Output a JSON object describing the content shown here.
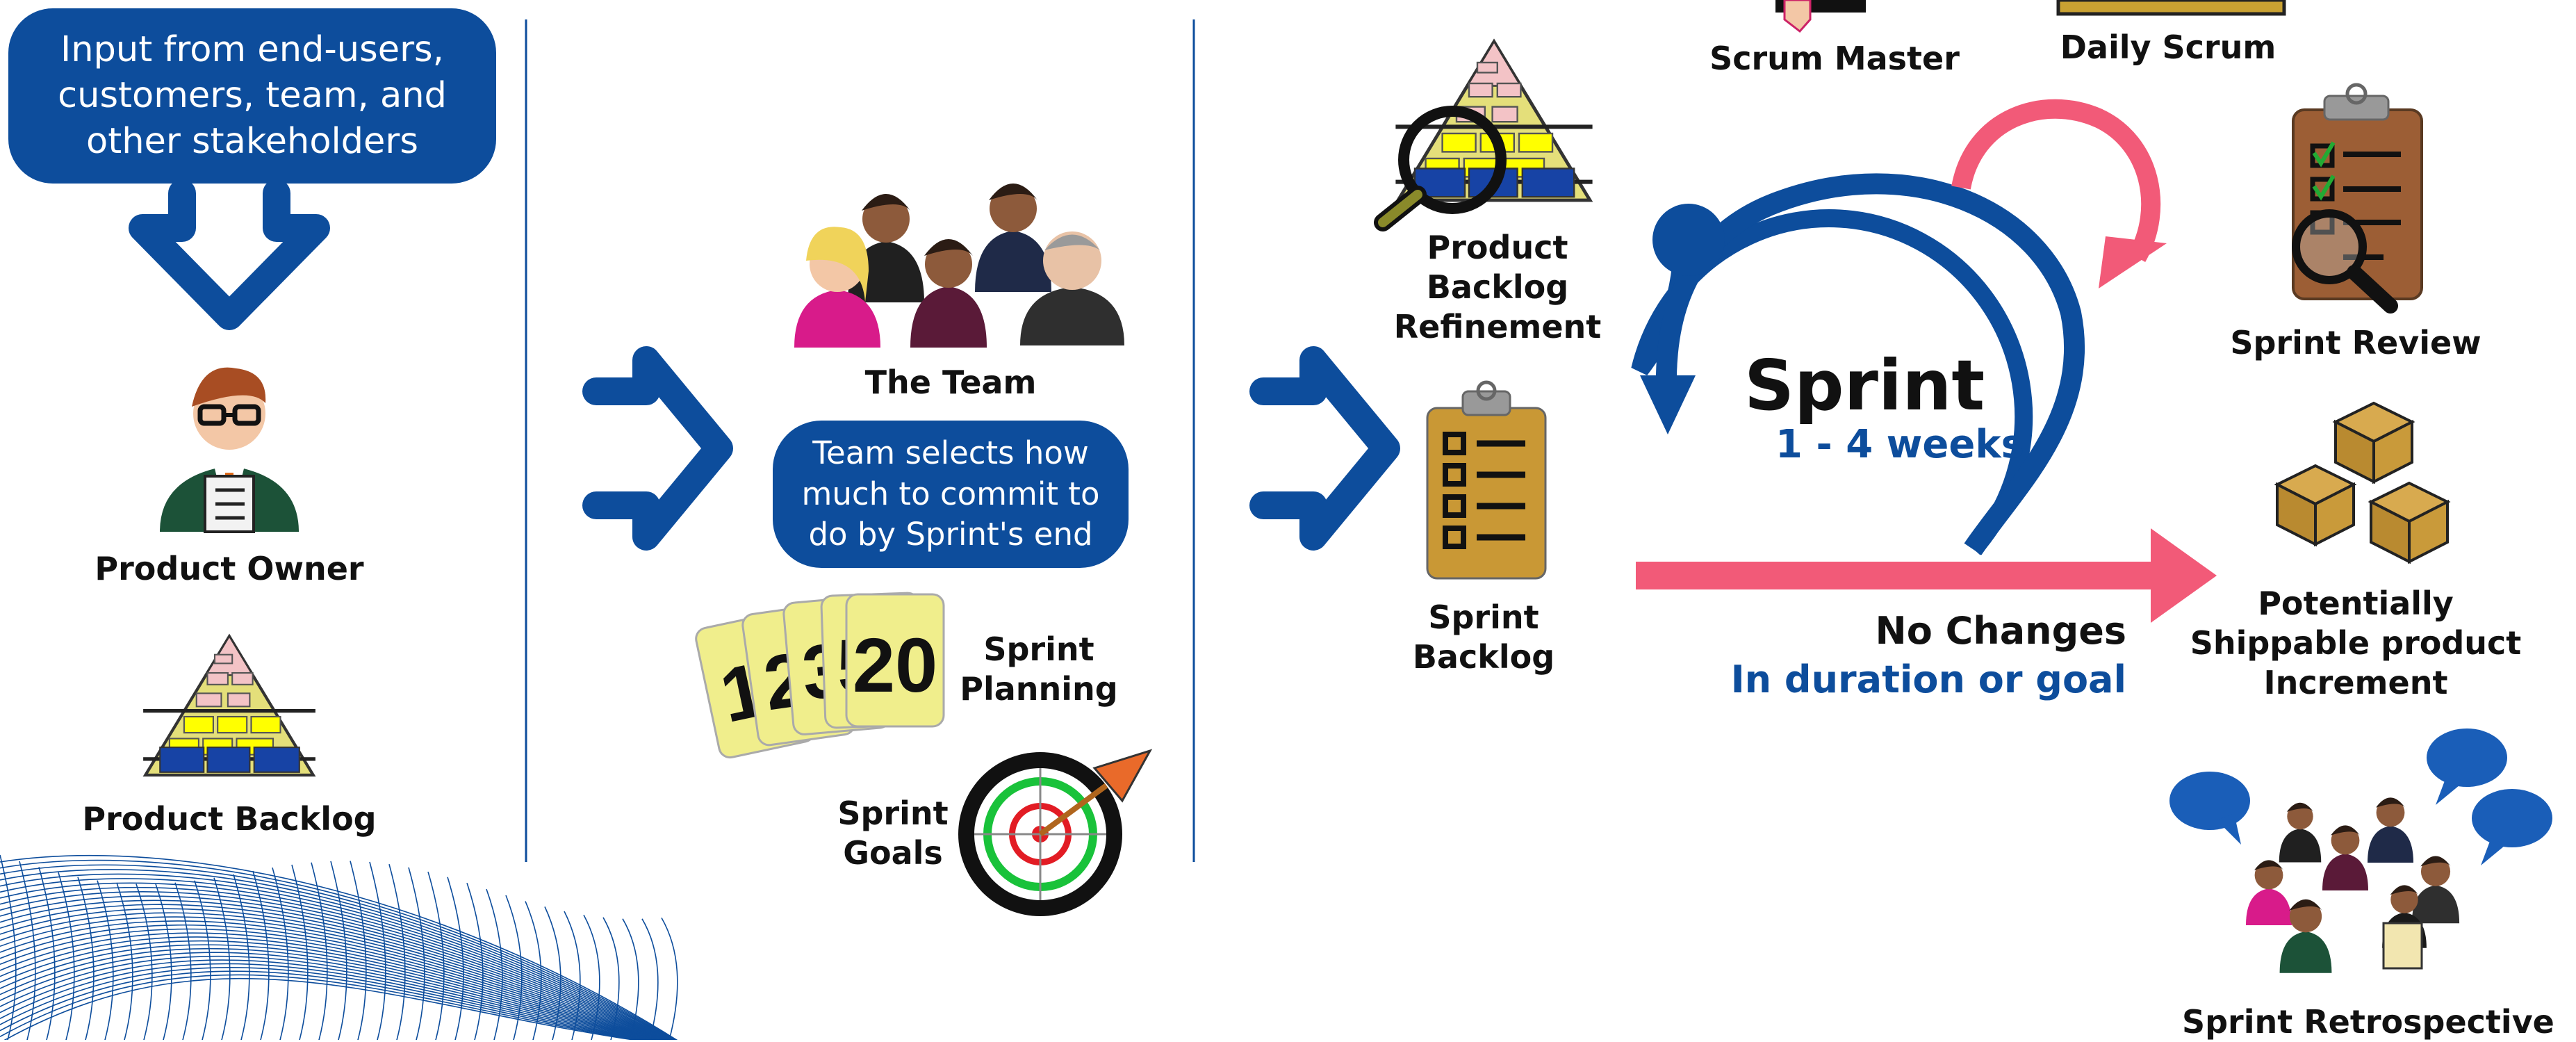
{
  "stakeholder_input": "Input from end-users,\ncustomers, team, and\nother stakeholders",
  "product_owner": "Product Owner",
  "product_backlog": "Product Backlog",
  "the_team": "The Team",
  "team_selects": "Team selects how\nmuch to commit to\ndo by Sprint's end",
  "planning_cards": [
    "1",
    "2",
    "3",
    "5",
    "20"
  ],
  "sprint_planning": "Sprint\nPlanning",
  "sprint_goals": "Sprint\nGoals",
  "backlog_refinement": "Product\nBacklog\nRefinement",
  "sprint_backlog": "Sprint\nBacklog",
  "scrum_master": "Scrum Master",
  "daily_scrum": "Daily Scrum",
  "sprint_title": "Sprint",
  "sprint_duration": "1 - 4 weeks",
  "no_changes": "No Changes",
  "in_duration": "In duration or goal",
  "sprint_review": "Sprint Review",
  "increment": "Potentially\nShippable product\nIncrement",
  "sprint_retrospective": "Sprint Retrospective",
  "colors": {
    "brand_blue": "#0d4d9c",
    "accent_pink": "#f25a78",
    "pyramid_yellow": "#e4df7a",
    "clipboard_brown": "#c99835",
    "box_brown": "#c99a3a"
  },
  "icons": [
    "down-arrow-icon",
    "product-owner-figure",
    "pyramid-icon",
    "team-group-figure",
    "right-chevron-icon",
    "planning-cards-icon",
    "dartboard-icon",
    "magnifier-icon",
    "clipboard-icon",
    "sprint-cycle-arrow",
    "daily-loop-arrow",
    "review-clipboard-icon",
    "boxes-icon",
    "speech-bubble-icon"
  ]
}
